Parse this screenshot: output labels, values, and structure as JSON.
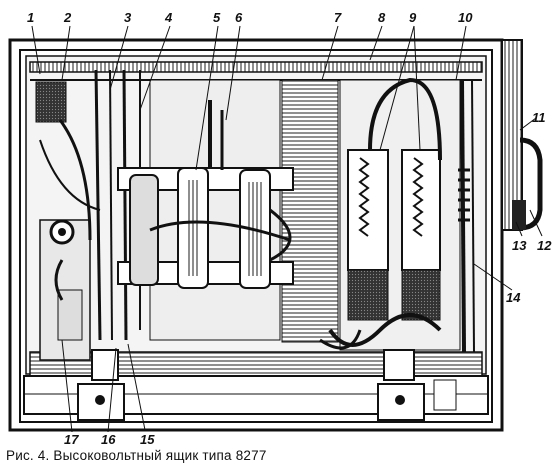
{
  "caption": "Рис. 4. Высоковольтный ящик типа 8277",
  "labels": {
    "l1": "1",
    "l2": "2",
    "l3": "3",
    "l4": "4",
    "l5": "5",
    "l6": "6",
    "l7": "7",
    "l8": "8",
    "l9": "9",
    "l10": "10",
    "l11": "11",
    "l12": "12",
    "l13": "13",
    "l14": "14",
    "l15": "15",
    "l16": "16",
    "l17": "17"
  },
  "colors": {
    "ink": "#111111",
    "paper": "#ffffff",
    "shade": "#8a8a8a"
  }
}
